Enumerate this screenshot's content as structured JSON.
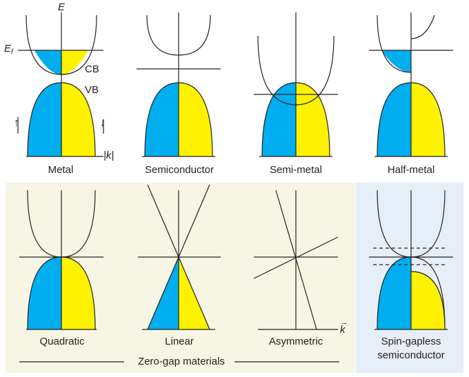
{
  "colors": {
    "spin_up_fill": "#00AEEF",
    "spin_down_fill": "#FFF200",
    "line": "#231F20",
    "zero_gap_panel_bg": "#F7F6E5",
    "sgs_panel_bg": "#E6EEF8"
  },
  "axis_labels": {
    "energy": "E",
    "fermi_level_main": "E",
    "fermi_level_sub": "f",
    "k_axis": "|k|",
    "k_vector": "k",
    "k_vector_arrow": "→"
  },
  "band_labels": {
    "conduction": "CB",
    "valence": "VB"
  },
  "spin_symbols": {
    "up": "↑",
    "down": "↓"
  },
  "panels": [
    {
      "id": "metal",
      "caption": "Metal"
    },
    {
      "id": "semiconductor",
      "caption": "Semiconductor"
    },
    {
      "id": "semi_metal",
      "caption": "Semi-metal"
    },
    {
      "id": "half_metal",
      "caption": "Half-metal"
    },
    {
      "id": "quadratic",
      "caption": "Quadratic"
    },
    {
      "id": "linear",
      "caption": "Linear"
    },
    {
      "id": "asymmetric",
      "caption": "Asymmetric"
    },
    {
      "id": "spin_gapless",
      "caption_line1": "Spin-gapless",
      "caption_line2": "semiconductor"
    }
  ],
  "group_label": "Zero-gap materials"
}
